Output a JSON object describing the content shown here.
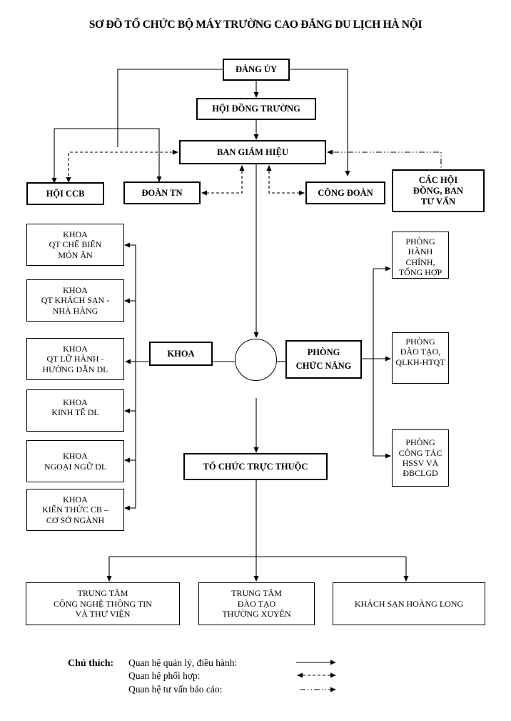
{
  "title": "SƠ ĐỒ TỔ CHỨC BỘ MÁY TRƯỜNG CAO ĐẲNG DU LỊCH HÀ NỘI",
  "top": {
    "dang_uy": "ĐẢNG ỦY",
    "hoi_dong_truong": "HỘI ĐỒNG TRƯỜNG",
    "ban_giam_hieu": "BAN GIÁM HIỆU"
  },
  "mass_orgs": {
    "hoi_ccb": "HỘI CCB",
    "doan_tn": "ĐOÀN TN",
    "cong_doan": "CÔNG ĐOÀN",
    "cac_hoi_dong": "CÁC HỘI\nĐỒNG, BAN\nTƯ VẤN"
  },
  "hubs": {
    "khoa": "KHOA",
    "phong_chuc_nang": "PHÒNG\nCHỨC NĂNG",
    "to_chuc_truc_thuoc": "TỔ CHỨC TRỰC THUỘC"
  },
  "faculties": [
    {
      "label": "KHOA\nQT CHẾ BIẾN\nMÓN ĂN"
    },
    {
      "label": "KHOA\nQT KHÁCH SẠN -\nNHÀ HÀNG"
    },
    {
      "label_pre": "KHOA\nQT LỮ HÀNH ",
      "label_red": "-",
      "label_post": "\nHƯỚNG DẪN DL"
    },
    {
      "label": "KHOA\nKINH TẾ DL"
    },
    {
      "label": "KHOA\nNGOẠI NGỮ DL"
    },
    {
      "label": "KHOA\nKIẾN THỨC CB –\nCƠ SỞ NGÀNH"
    }
  ],
  "departments": [
    {
      "label": "PHÒNG\nHÀNH CHÍNH,\nTỔNG HỢP"
    },
    {
      "label": "PHÒNG\nĐÀO TẠO,\nQLKH-HTQT"
    },
    {
      "label": "PHÒNG\nCÔNG TÁC\nHSSV VÀ\nĐBCLGD"
    }
  ],
  "affiliated": [
    {
      "label": "TRUNG TÂM\nCÔNG NGHỆ THÔNG TIN\nVÀ THƯ VIỆN"
    },
    {
      "label": "TRUNG TÂM\nĐÀO TẠO\nTHƯỜNG XUYÊN"
    },
    {
      "label": "KHÁCH SẠN HOÀNG LONG"
    }
  ],
  "legend": {
    "title": "Chú thích:",
    "items": [
      {
        "label": "Quan hệ quản lý, điều hành:",
        "style": "solid"
      },
      {
        "label": "Quan hệ phối hợp:",
        "style": "dashed-bidirectional"
      },
      {
        "label": "Quan hệ tư vấn báo cáo:",
        "style": "dash-dot-dot"
      }
    ]
  },
  "colors": {
    "line": "#000000",
    "accent_red": "#d00000"
  }
}
